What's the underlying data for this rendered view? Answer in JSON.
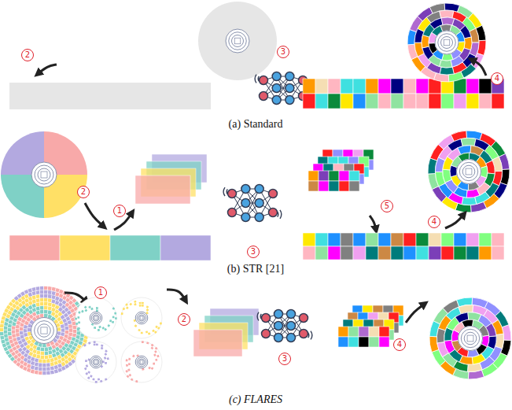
{
  "diagram": {
    "labels": [
      "2",
      "3",
      "4",
      "(a) Standard",
      "2",
      "1",
      "3",
      "5",
      "4",
      "(b) STR [21]",
      "1",
      "2",
      "3",
      "4",
      "(c) FLARES"
    ]
  }
}
